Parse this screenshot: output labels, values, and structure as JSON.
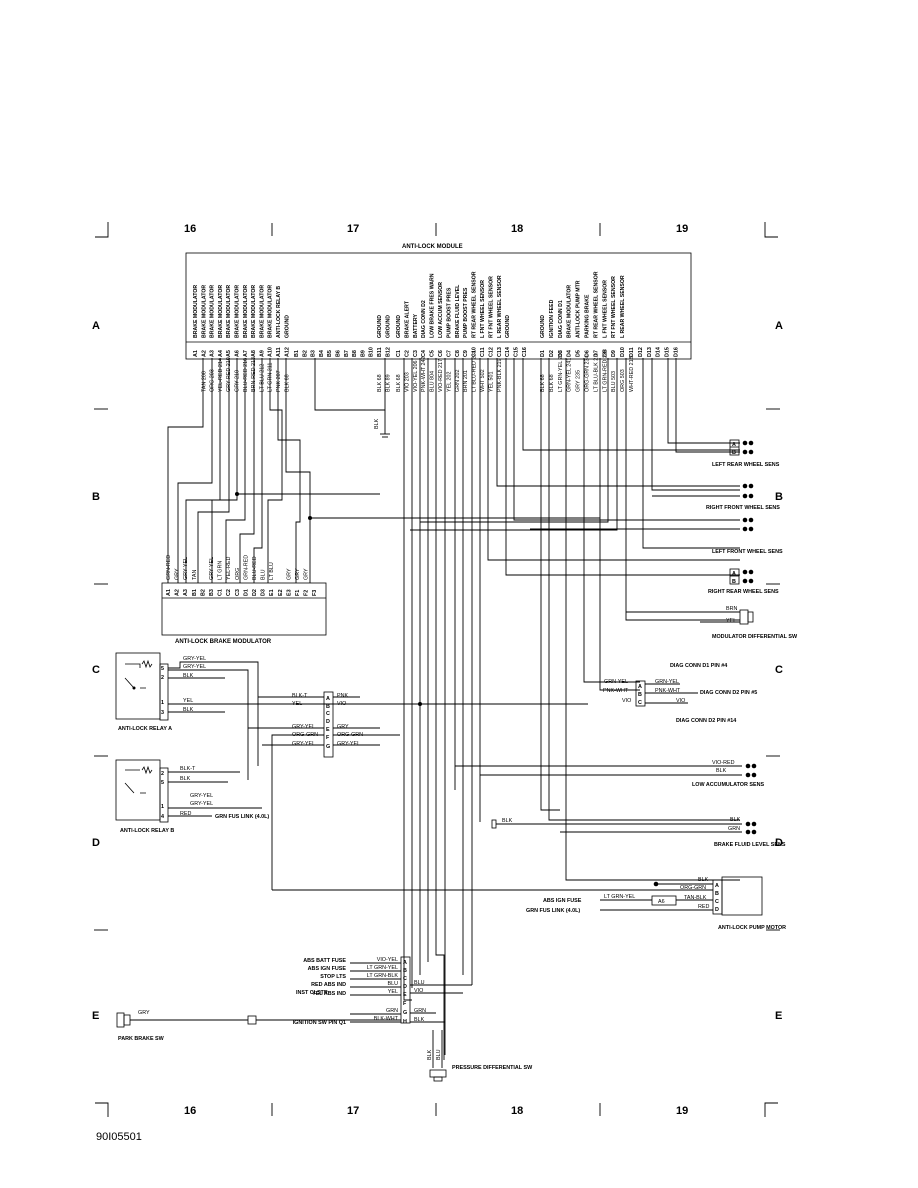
{
  "grid": {
    "columns": [
      "16",
      "17",
      "18",
      "19"
    ],
    "rows": [
      "A",
      "B",
      "C",
      "D",
      "E"
    ]
  },
  "module": {
    "title": "ANTI-LOCK MODULE",
    "functions": [
      "BRAKE MODULATOR",
      "BRAKE MODULATOR",
      "BRAKE MODULATOR",
      "BRAKE MODULATOR",
      "BRAKE MODULATOR",
      "BRAKE MODULATOR",
      "BRAKE MODULATOR",
      "BRAKE MODULATOR",
      "BRAKE MODULATOR",
      "BRAKE MODULATOR",
      "ANTI-LOCK RELAY B",
      "GROUND",
      "GROUND",
      "GROUND",
      "GROUND",
      "BRAKE ALERT",
      "BATTERY",
      "DIAG CONN D2",
      "LOW BRAKE FRES WARN",
      "LOW ACCUM SENSOR",
      "PUMP BOOST PRES",
      "BRAKE FLUID LEVEL",
      "PUMP BOOST PRES",
      "RT REAR WHEEL SENSOR",
      "L FNT WHEEL SENSOR",
      "RT FNT WHEEL SENSOR",
      "L REAR WHEEL SENSOR",
      "GROUND",
      "GROUND",
      "IGNITION FEED",
      "DIAG CONN D1",
      "BRAKE MODULATOR",
      "ANTI-LOCK PUMP MTR",
      "PARKING BRAKE",
      "RT REAR WHEEL SENSOR",
      "L FNT WHEEL SENSOR",
      "RT FNT WHEEL SENSOR",
      "L REAR WHEEL SENSOR"
    ],
    "pins": [
      "A1",
      "A2",
      "A3",
      "A4",
      "A5",
      "A6",
      "A7",
      "A8",
      "A9",
      "A10",
      "A11",
      "A12",
      "B1",
      "B2",
      "B3",
      "B4",
      "B5",
      "B6",
      "B7",
      "B8",
      "B9",
      "B10",
      "B11",
      "B12",
      "C1",
      "C2",
      "C3",
      "C4",
      "C5",
      "C6",
      "C7",
      "C8",
      "C9",
      "C10",
      "C11",
      "C12",
      "C13",
      "C14",
      "C15",
      "C16",
      "D1",
      "D2",
      "D3",
      "D4",
      "D5",
      "D6",
      "D7",
      "D8",
      "D9",
      "D10",
      "D11",
      "D12",
      "D13",
      "D14",
      "D15",
      "D16"
    ],
    "wires_a": [
      "TAN 208",
      "ORG 203",
      "YEL-RED 214",
      "GRY-RED 210",
      "GRY 210",
      "BLU-RED 216",
      "BRN-RED 213",
      "LT BLU 212",
      "LT GRN 211",
      "PNK 207",
      "BLK 68"
    ],
    "wires_b": [
      "BLK 68",
      "BLK 89"
    ],
    "wires_c": [
      "BLK 68",
      "VIO 203",
      "VIO-YEL 206",
      "PNK-WHT 242",
      "BLU 804",
      "VIO-RED 217",
      "YEL 202",
      "GRN 202",
      "BRN 201",
      "LT BLU-RED 224",
      "WHT 502",
      "YEL 501",
      "PNK-BLK 219"
    ],
    "wires_d": [
      "BLK 68",
      "BLK 68",
      "LT GRN-YEL 236",
      "GRN-YEL 241",
      "GRY 235",
      "ORG-GRN 234",
      "LT BLU-BLK 2.1",
      "LT GRN-RED 223",
      "BLU 503",
      "ORG 503",
      "WHT-RED 218"
    ]
  },
  "modulator": {
    "title": "ANTI-LOCK BRAKE MODULATOR",
    "pins": [
      "A1",
      "A2",
      "A3",
      "B1",
      "B2",
      "B3",
      "C1",
      "C2",
      "C3",
      "D1",
      "D2",
      "D3",
      "E1",
      "E2",
      "E3",
      "F1",
      "F2",
      "F3"
    ],
    "wires": [
      "GRN-RED",
      "GRY",
      "GRY-YEL",
      "TAN",
      "",
      "GRY-YEL",
      "LT GRN",
      "YEL-RED",
      "ORG",
      "GRN-RED",
      "BLU-RED",
      "BLU",
      "LT BLU",
      "",
      "GRY",
      "GRY",
      "GRY"
    ]
  },
  "ground_label": "BLK",
  "relay_a": {
    "title": "ANTI-LOCK RELAY A",
    "pins": [
      "5",
      "2",
      "1",
      "3"
    ],
    "wires": [
      "GRY-YEL",
      "GRY-YEL",
      "BLK",
      "YEL",
      "BLK"
    ]
  },
  "relay_b": {
    "title": "ANTI-LOCK RELAY B",
    "pins": [
      "2",
      "5",
      "1",
      "4"
    ],
    "wires": [
      "BLK-T",
      "BLK",
      "GRY-YEL",
      "GRY-YEL",
      "RED"
    ],
    "note": "GRN FUS LINK (4.0L)"
  },
  "mid_connector": {
    "pins": [
      "A",
      "B",
      "C",
      "D",
      "E",
      "F",
      "G"
    ],
    "left": [
      "BLK-T",
      "YEL",
      "",
      "",
      "GRY-YEL",
      "ORG-GRN",
      "GRY-YEL"
    ],
    "right": [
      "PNK",
      "VIO",
      "",
      "",
      "GRY",
      "ORG-GRN",
      "GRY-YEL"
    ]
  },
  "sensors": {
    "left_rear": {
      "title": "LEFT REAR WHEEL SENS",
      "pins": [
        "A",
        "B"
      ]
    },
    "right_front": {
      "title": "RIGHT FRONT WHEEL SENS"
    },
    "left_front": {
      "title": "LEFT FRONT WHEEL SENS"
    },
    "right_rear": {
      "title": "RIGHT REAR WHEEL SENS",
      "pins": [
        "A",
        "B"
      ]
    },
    "mod_diff": {
      "title": "MODULATOR DIFFERENTIAL SW",
      "wires": [
        "BRN",
        "YEL"
      ]
    },
    "low_accum": {
      "title": "LOW ACCUMULATOR SENS",
      "wires": [
        "VIO-RED",
        "BLK"
      ]
    },
    "fluid_level": {
      "title": "BRAKE FLUID LEVEL SENS",
      "wires": [
        "BLK",
        "GRN"
      ]
    },
    "pump_motor": {
      "title": "ANTI-LOCK PUMP MOTOR",
      "pins": [
        "A",
        "B",
        "C",
        "D"
      ],
      "wires": [
        "BLK",
        "ORG-GRN",
        "TAN-BLK",
        "RED"
      ],
      "fuse": "A6"
    },
    "pressure_diff": {
      "title": "PRESSURE DIFFERENTIAL SW",
      "wires": [
        "BLK",
        "BLU"
      ]
    },
    "park_brake": {
      "title": "PARK BRAKE SW",
      "wire": "GRY"
    }
  },
  "diag": {
    "d1": {
      "title": "DIAG CONN D1 PIN #4",
      "wire_left": "GRN-YEL",
      "wire_right": "GRN-YEL"
    },
    "d2_top": {
      "title": "DIAG CONN D2 PIN #5",
      "wire_left": "PNK-WHT",
      "wire_right": "PNK-WHT"
    },
    "d2_bottom": {
      "title": "DIAG CONN D2 PIN #14",
      "wire": "VIO"
    },
    "conn_pins": [
      "A",
      "B",
      "C"
    ]
  },
  "feeds": {
    "abs_ign_fuse": "ABS IGN FUSE",
    "grn_fus_link": "GRN FUS LINK (4.0L)",
    "lt_grn_yel": "LT GRN-YEL"
  },
  "lower_connector": {
    "pins": [
      "A",
      "B",
      "C",
      "D",
      "E",
      "F",
      "G",
      "H"
    ],
    "left_labels": [
      "ABS BATT FUSE",
      "ABS IGN FUSE",
      "STOP LTS",
      "RED ABS IND",
      "YEL ABS IND",
      "",
      "IGNITION SW PIN Q1"
    ],
    "left_wires": [
      "VIO-YEL",
      "LT GRN-YEL",
      "LT GRN-BLK",
      "BLU",
      "YEL",
      "GRN",
      "BLK-WHT"
    ],
    "right_wires": [
      "BLU",
      "VIO",
      "GRN",
      "BLK"
    ],
    "cluster": "INST CLSTR"
  },
  "image_ref": "90I05501"
}
